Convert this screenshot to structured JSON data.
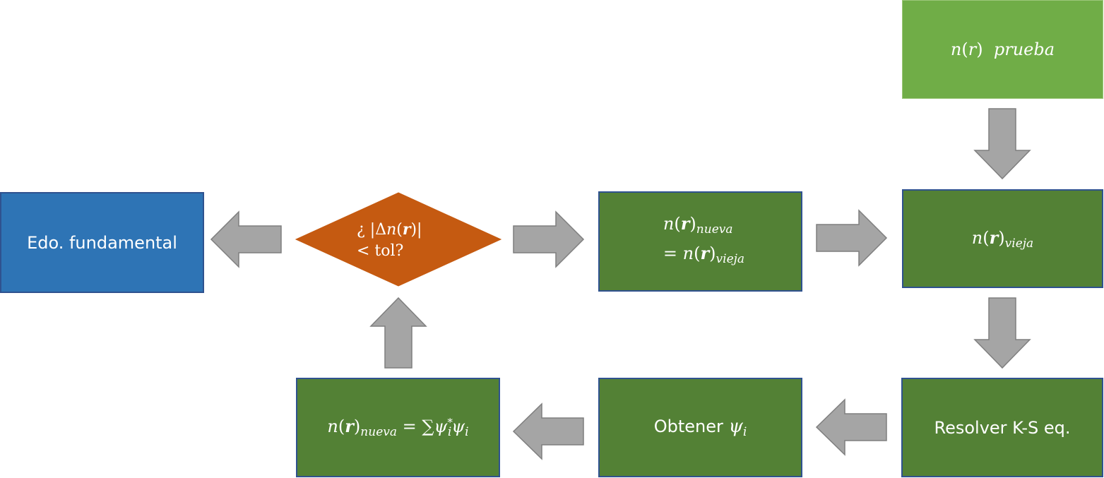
{
  "nodes": {
    "trial_density": {
      "var": "n",
      "open": "(",
      "arg": "r",
      "close": ")",
      "label": "prueba"
    },
    "old_density": {
      "var": "n",
      "open": "(",
      "arg": "r",
      "close": ")",
      "sub": "vieja"
    },
    "solve_ks": {
      "label": "Resolver K-S eq."
    },
    "get_psi": {
      "label": "Obtener",
      "symbol": "ψ",
      "sub": "i"
    },
    "new_density_sum": {
      "var": "n",
      "open": "(",
      "arg": "r",
      "close": ")",
      "sub": "nueva",
      "eq": "=",
      "sum": "∑",
      "psi": "ψ",
      "psi_sub": "i",
      "psi_sup": "*",
      "psi2": "ψ",
      "psi2_sub": "i"
    },
    "convergence_check": {
      "line1_prefix": "¿ |Δ",
      "var": "n",
      "open": "(",
      "arg": "r",
      "close": ")",
      "line1_suffix": "|",
      "line2": "< tol?"
    },
    "update_density": {
      "var": "n",
      "open": "(",
      "arg": "r",
      "close": ")",
      "sub_new": "nueva",
      "eq": "=",
      "var2": "n",
      "arg2": "r",
      "sub_old": "vieja"
    },
    "ground_state": {
      "label": "Edo. fundamental"
    }
  },
  "colors": {
    "box_dark_green": "#538135",
    "box_light_green": "#70ad47",
    "box_blue": "#2e74b5",
    "diamond_orange": "#c55a11",
    "arrow_gray": "#a5a5a5",
    "arrow_outline": "#7f7f7f"
  }
}
